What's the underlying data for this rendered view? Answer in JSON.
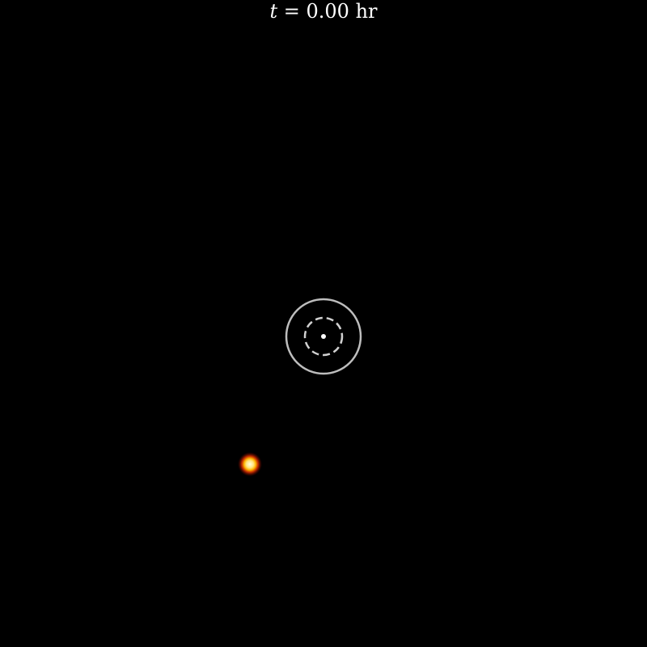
{
  "time_label": {
    "variable": "t",
    "equals": " = ",
    "value": "0.00",
    "unit": " hr"
  },
  "colors": {
    "background": "#000000",
    "label": "#ffffff",
    "ring": "#bdbdbd",
    "center_point": "#ffffff",
    "source_core": "#fffde0",
    "source_mid": "#ffd23a",
    "source_glow": "#ff5a00"
  }
}
